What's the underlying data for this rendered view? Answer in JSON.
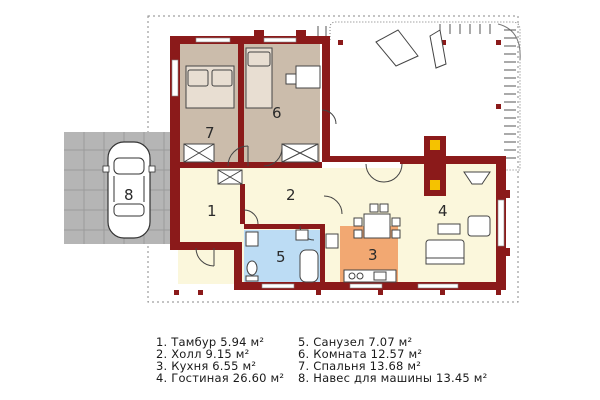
{
  "rooms": [
    {
      "num": "1",
      "name": "Тамбур",
      "area": "5.94 м²"
    },
    {
      "num": "2",
      "name": "Холл",
      "area": "9.15 м²"
    },
    {
      "num": "3",
      "name": "Кухня",
      "area": "6.55 м²"
    },
    {
      "num": "4",
      "name": "Гостиная",
      "area": "26.60 м²"
    },
    {
      "num": "5",
      "name": "Санузел",
      "area": "7.07 м²"
    },
    {
      "num": "6",
      "name": "Комната",
      "area": "12.57 м²"
    },
    {
      "num": "7",
      "name": "Спальня",
      "area": "13.68 м²"
    },
    {
      "num": "8",
      "name": "Навес для машины",
      "area": "13.45 м²"
    }
  ],
  "legend": {
    "left": [
      "1. Тамбур 5.94 м²",
      "2. Холл 9.15 м²",
      "3. Кухня 6.55 м²",
      "4. Гостиная 26.60 м²"
    ],
    "right": [
      "5. Санузел 7.07 м²",
      "6. Комната 12.57 м²",
      "7. Спальня 13.68 м²",
      "8. Навес для машины 13.45 м²"
    ]
  },
  "colors": {
    "wall": "#8b1a1a",
    "hall": "#fbf7dc",
    "bedrooms": "#cbbcab",
    "bathroom": "#bcdcf4",
    "kitchen": "#f2a872",
    "carport": "#b5b5b5",
    "fireplace": "#f5c200"
  }
}
